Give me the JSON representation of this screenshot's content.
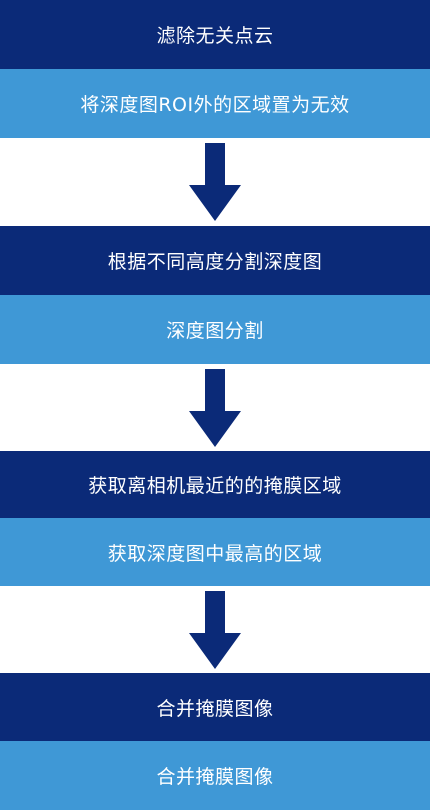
{
  "colors": {
    "title_bg": "#0b2a78",
    "desc_bg": "#3f98d6",
    "arrow": "#0b2a78",
    "text": "#ffffff"
  },
  "steps": [
    {
      "title": "滤除无关点云",
      "desc": "将深度图ROI外的区域置为无效"
    },
    {
      "title": "根据不同高度分割深度图",
      "desc": "深度图分割"
    },
    {
      "title": "获取离相机最近的的掩膜区域",
      "desc": "获取深度图中最高的区域"
    },
    {
      "title": "合并掩膜图像",
      "desc": "合并掩膜图像"
    }
  ],
  "arrows": [
    {
      "icon": "arrow-down-icon"
    },
    {
      "icon": "arrow-down-icon"
    },
    {
      "icon": "arrow-down-icon"
    }
  ]
}
